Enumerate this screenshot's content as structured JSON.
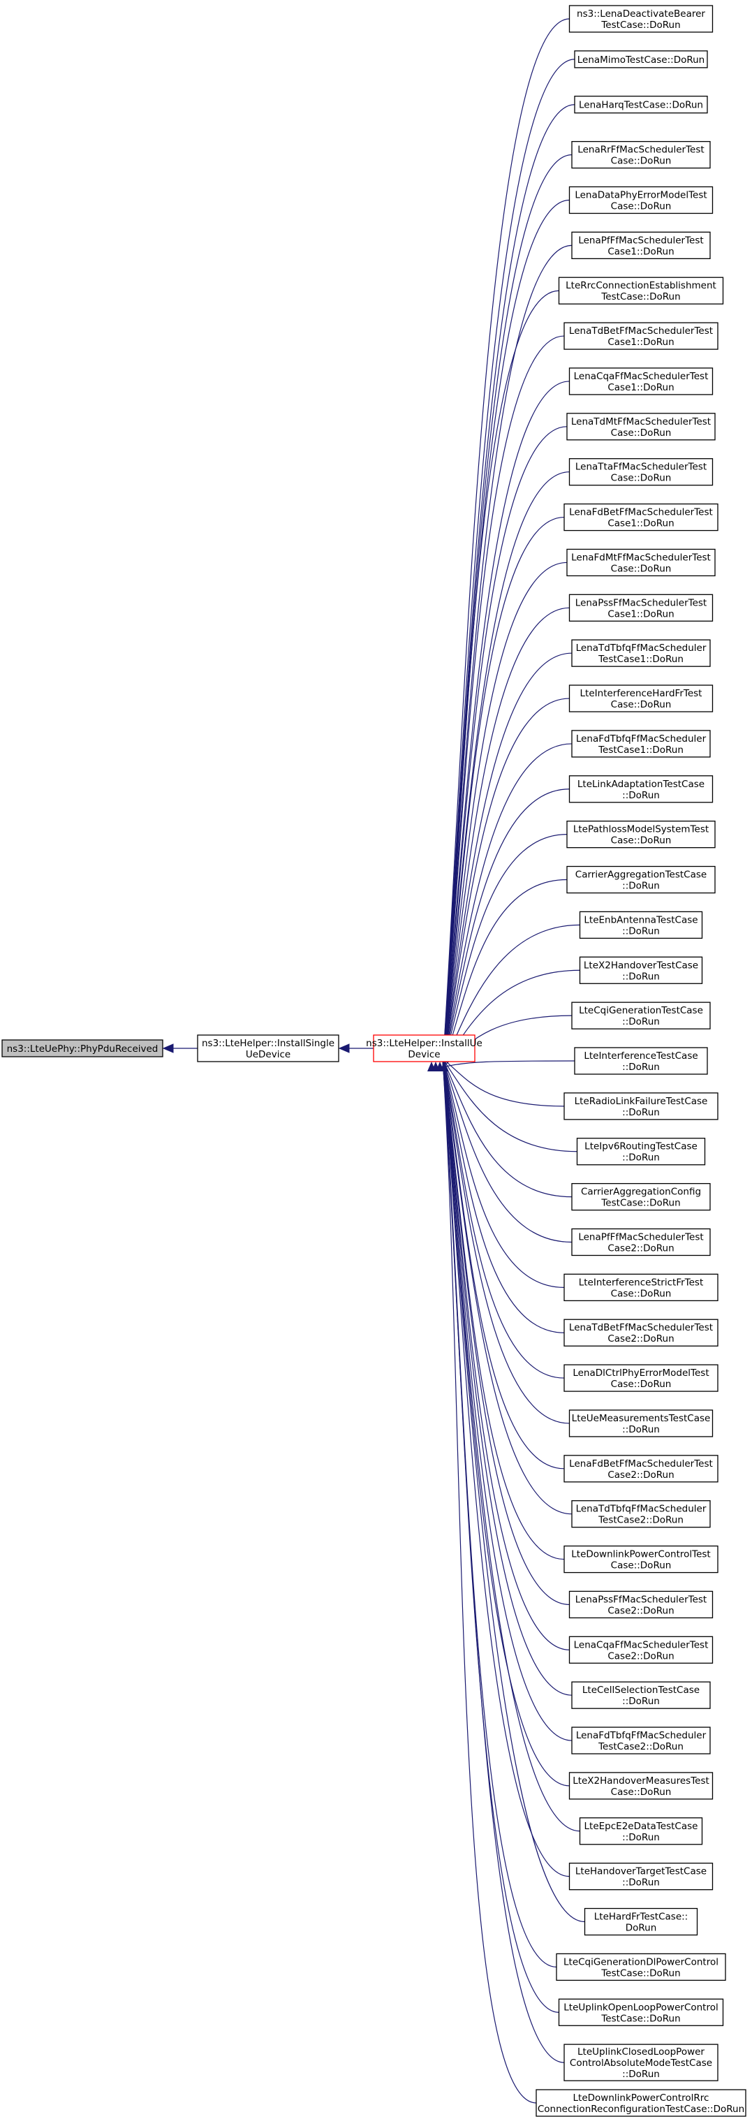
{
  "root": {
    "label": [
      "ns3::LteUePhy::PhyPduReceived"
    ],
    "fill": "#bfbfbf",
    "stroke": "#000000"
  },
  "mid": {
    "label": [
      "ns3::LteHelper::InstallSingle",
      "UeDevice"
    ],
    "fill": "#ffffff",
    "stroke": "#000000"
  },
  "focus": {
    "label": [
      "ns3::LteHelper::InstallUe",
      "Device"
    ],
    "fill": "#ffffff",
    "stroke": "#ff0000"
  },
  "edge_color": "#191970",
  "callers": [
    [
      "ns3::LenaDeactivateBearer",
      "TestCase::DoRun"
    ],
    [
      "LenaMimoTestCase::DoRun"
    ],
    [
      "LenaHarqTestCase::DoRun"
    ],
    [
      "LenaRrFfMacSchedulerTest",
      "Case::DoRun"
    ],
    [
      "LenaDataPhyErrorModelTest",
      "Case::DoRun"
    ],
    [
      "LenaPfFfMacSchedulerTest",
      "Case1::DoRun"
    ],
    [
      "LteRrcConnectionEstablishment",
      "TestCase::DoRun"
    ],
    [
      "LenaTdBetFfMacSchedulerTest",
      "Case1::DoRun"
    ],
    [
      "LenaCqaFfMacSchedulerTest",
      "Case1::DoRun"
    ],
    [
      "LenaTdMtFfMacSchedulerTest",
      "Case::DoRun"
    ],
    [
      "LenaTtaFfMacSchedulerTest",
      "Case::DoRun"
    ],
    [
      "LenaFdBetFfMacSchedulerTest",
      "Case1::DoRun"
    ],
    [
      "LenaFdMtFfMacSchedulerTest",
      "Case::DoRun"
    ],
    [
      "LenaPssFfMacSchedulerTest",
      "Case1::DoRun"
    ],
    [
      "LenaTdTbfqFfMacScheduler",
      "TestCase1::DoRun"
    ],
    [
      "LteInterferenceHardFrTest",
      "Case::DoRun"
    ],
    [
      "LenaFdTbfqFfMacScheduler",
      "TestCase1::DoRun"
    ],
    [
      "LteLinkAdaptationTestCase",
      "::DoRun"
    ],
    [
      "LtePathlossModelSystemTest",
      "Case::DoRun"
    ],
    [
      "CarrierAggregationTestCase",
      "::DoRun"
    ],
    [
      "LteEnbAntennaTestCase",
      "::DoRun"
    ],
    [
      "LteX2HandoverTestCase",
      "::DoRun"
    ],
    [
      "LteCqiGenerationTestCase",
      "::DoRun"
    ],
    [
      "LteInterferenceTestCase",
      "::DoRun"
    ],
    [
      "LteRadioLinkFailureTestCase",
      "::DoRun"
    ],
    [
      "LteIpv6RoutingTestCase",
      "::DoRun"
    ],
    [
      "CarrierAggregationConfig",
      "TestCase::DoRun"
    ],
    [
      "LenaPfFfMacSchedulerTest",
      "Case2::DoRun"
    ],
    [
      "LteInterferenceStrictFrTest",
      "Case::DoRun"
    ],
    [
      "LenaTdBetFfMacSchedulerTest",
      "Case2::DoRun"
    ],
    [
      "LenaDlCtrlPhyErrorModelTest",
      "Case::DoRun"
    ],
    [
      "LteUeMeasurementsTestCase",
      "::DoRun"
    ],
    [
      "LenaFdBetFfMacSchedulerTest",
      "Case2::DoRun"
    ],
    [
      "LenaTdTbfqFfMacScheduler",
      "TestCase2::DoRun"
    ],
    [
      "LteDownlinkPowerControlTest",
      "Case::DoRun"
    ],
    [
      "LenaPssFfMacSchedulerTest",
      "Case2::DoRun"
    ],
    [
      "LenaCqaFfMacSchedulerTest",
      "Case2::DoRun"
    ],
    [
      "LteCellSelectionTestCase",
      "::DoRun"
    ],
    [
      "LenaFdTbfqFfMacScheduler",
      "TestCase2::DoRun"
    ],
    [
      "LteX2HandoverMeasuresTest",
      "Case::DoRun"
    ],
    [
      "LteEpcE2eDataTestCase",
      "::DoRun"
    ],
    [
      "LteHandoverTargetTestCase",
      "::DoRun"
    ],
    [
      "LteHardFrTestCase::",
      "DoRun"
    ],
    [
      "LteCqiGenerationDlPowerControl",
      "TestCase::DoRun"
    ],
    [
      "LteUplinkOpenLoopPowerControl",
      "TestCase::DoRun"
    ],
    [
      "LteUplinkClosedLoopPower",
      "ControlAbsoluteModeTestCase",
      "::DoRun"
    ],
    [
      "LteDownlinkPowerControlRrc",
      "ConnectionReconfigurationTestCase::DoRun"
    ]
  ]
}
